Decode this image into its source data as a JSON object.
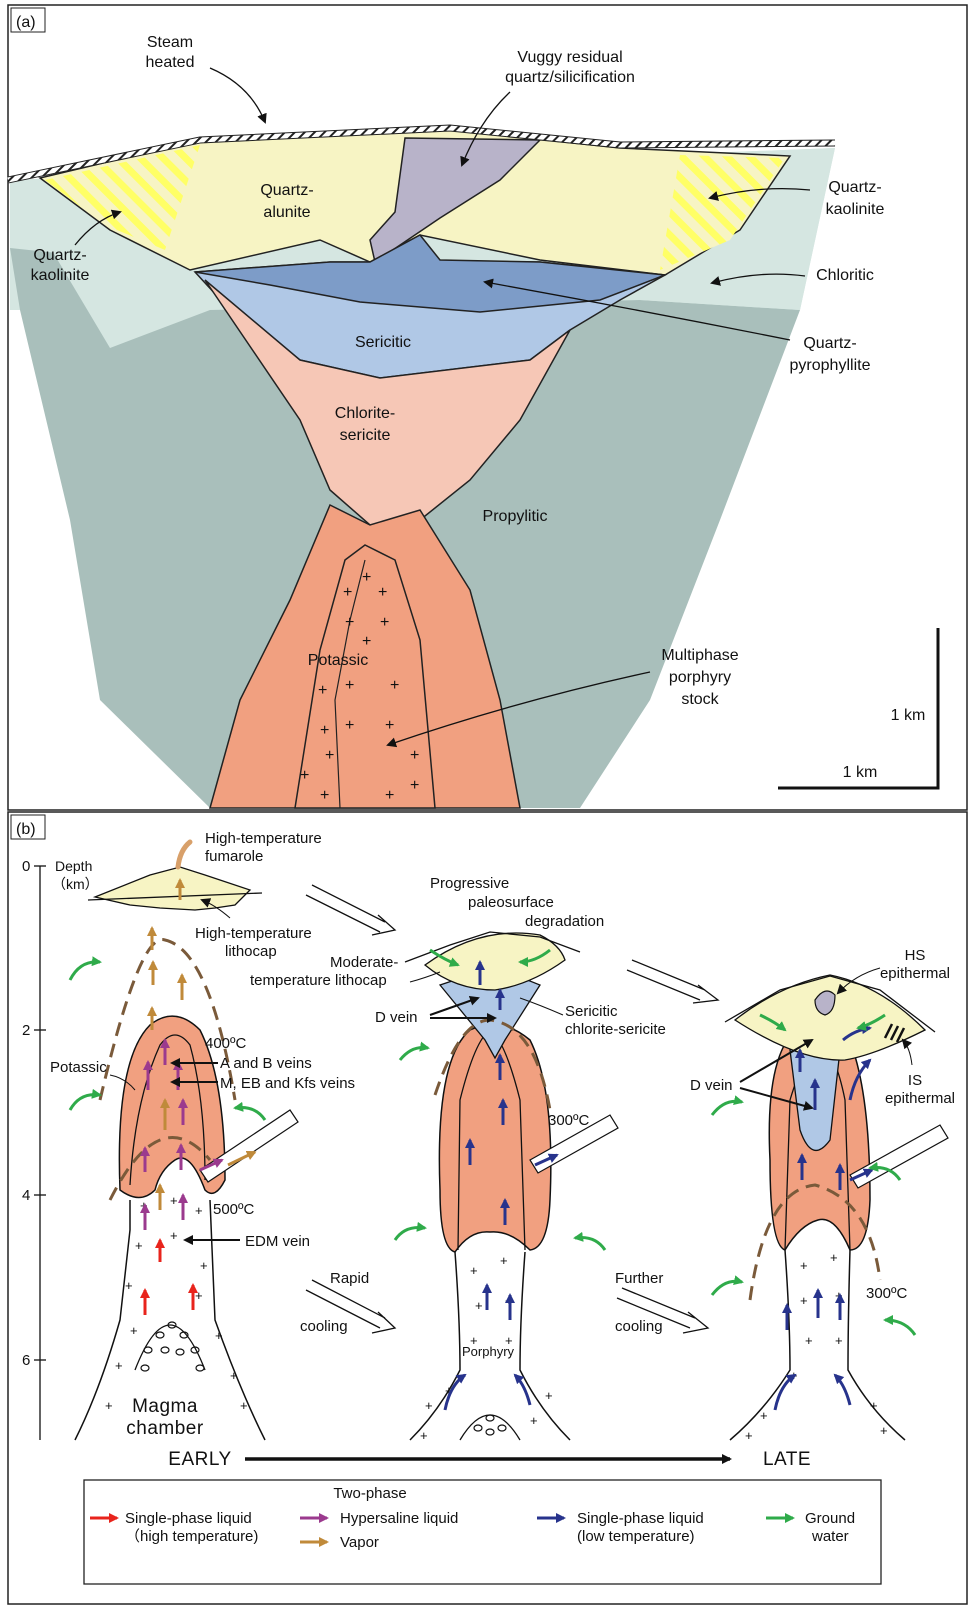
{
  "panel_a": {
    "label": "(a)",
    "steam_heated": [
      "Steam",
      "heated"
    ],
    "vuggy": [
      "Vuggy  residual",
      "quartz/silicification"
    ],
    "quartz_alunite": [
      "Quartz-",
      "alunite"
    ],
    "quartz_kaolinite_left": [
      "Quartz-",
      "kaolinite"
    ],
    "quartz_kaolinite_right": [
      "Quartz-",
      "kaolinite"
    ],
    "chloritic": "Chloritic",
    "sericitic": "Sericitic",
    "quartz_pyrophyllite": [
      "Quartz-",
      "pyrophyllite"
    ],
    "chlorite_sericite": [
      "Chlorite-",
      "sericite"
    ],
    "propylitic": "Propylitic",
    "potassic": "Potassic",
    "multiphase": [
      "Multiphase",
      "porphyry",
      "stock"
    ],
    "scale_vertical": "1 km",
    "scale_horizontal": "1 km"
  },
  "panel_b": {
    "label": "(b)",
    "depth_axis": {
      "title": [
        "Depth",
        "（km）"
      ],
      "ticks": [
        "0",
        "2",
        "4",
        "6"
      ]
    },
    "high_temp_fumarole": [
      "High-temperature",
      "fumarole"
    ],
    "high_temp_lithocap": [
      "High-temperature",
      "lithocap"
    ],
    "temp_400": "400ºC",
    "a_b_veins": "A and B veins",
    "m_eb_kfs": "M, EB and Kfs veins",
    "potassic": "Potassic",
    "temp_500": "500ºC",
    "edm_vein": "EDM vein",
    "magma_chamber": [
      "Magma",
      "chamber"
    ],
    "progressive": [
      "Progressive",
      "paleosurface",
      "degradation"
    ],
    "moderate_lithocap": [
      "Moderate-",
      "temperature lithocap"
    ],
    "d_vein_mid": "D vein",
    "sericitic_cs": [
      "Sericitic",
      "chlorite-sericite"
    ],
    "temp_300_mid": "300ºC",
    "rapid_cooling": [
      "Rapid",
      "cooling"
    ],
    "porphyry": "Porphyry",
    "further_cooling": [
      "Further",
      "cooling"
    ],
    "hs_epithermal": [
      "HS",
      "epithermal"
    ],
    "d_vein_right": "D vein",
    "is_epithermal": [
      "IS",
      "epithermal"
    ],
    "temp_300_right": "300ºC",
    "early": "EARLY",
    "late": "LATE"
  },
  "legend": {
    "two_phase": "Two-phase",
    "items": [
      {
        "label": [
          "Single-phase liquid",
          "（high temperature)"
        ],
        "color": "#e8241c"
      },
      {
        "label": [
          "Hypersaline liquid"
        ],
        "color": "#9b3a8e"
      },
      {
        "label": [
          "Vapor"
        ],
        "color": "#c08a3a"
      },
      {
        "label": [
          "Single-phase liquid",
          "(low temperature)"
        ],
        "color": "#27338c"
      },
      {
        "label": [
          "Ground",
          "water"
        ],
        "color": "#2fab4a"
      }
    ]
  },
  "colors": {
    "quartz_alunite": "#f7f4c4",
    "vuggy": "#b8b3c9",
    "sericitic": "#b0c8e6",
    "quartz_pyrophyllite": "#7d9cc8",
    "chlorite_sericite": "#f6c7b6",
    "potassic": "#f1a080",
    "chloritic": "#d5e6e1",
    "propylitic": "#a9bfbb",
    "hs_core": "#b8b3c9"
  }
}
